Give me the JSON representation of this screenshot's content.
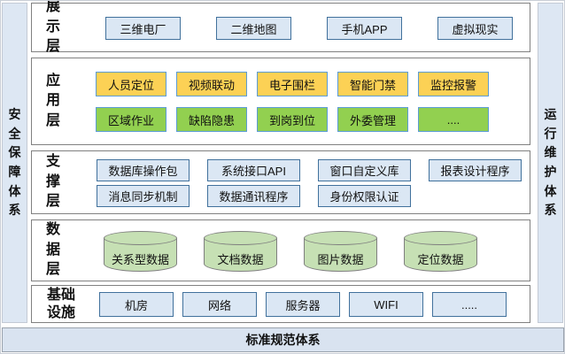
{
  "frame": {
    "left_sidebar": "安全保障体系",
    "right_sidebar": "运行维护体系",
    "bottom_bar": "标准规范体系"
  },
  "layers": [
    {
      "label": "展示层",
      "rows": [
        {
          "items": [
            "三维电厂",
            "二维地图",
            "手机APP",
            "虚拟现实"
          ]
        }
      ]
    },
    {
      "label": "应用层",
      "rows": [
        {
          "items": [
            "人员定位",
            "视频联动",
            "电子围栏",
            "智能门禁",
            "监控报警"
          ]
        },
        {
          "items": [
            "区域作业",
            "缺陷隐患",
            "到岗到位",
            "外委管理",
            "...."
          ]
        }
      ]
    },
    {
      "label": "支撑层",
      "rows": [
        {
          "items": [
            "数据库操作包",
            "系统接口API",
            "窗口自定义库",
            "报表设计程序"
          ]
        },
        {
          "items": [
            "消息同步机制",
            "数据通讯程序",
            "身份权限认证"
          ]
        }
      ]
    },
    {
      "label": "数据层",
      "rows": [
        {
          "items": [
            "关系型数据",
            "文档数据",
            "图片数据",
            "定位数据"
          ]
        }
      ]
    },
    {
      "label": "基础设施",
      "rows": [
        {
          "items": [
            "机房",
            "网络",
            "服务器",
            "WIFI",
            "....."
          ]
        }
      ]
    }
  ],
  "colors": {
    "panel_fill": "#dde7f3",
    "bottom_bar_fill": "#d9e3f0",
    "layer_border": "#808080",
    "box_blue_fill": "#dbe7f4",
    "box_blue_border": "#41719c",
    "box_yellow_fill": "#fcd155",
    "box_yellow_border": "#5b9bd5",
    "box_green_fill": "#92d050",
    "box_green_border": "#5b9bd5",
    "cylinder_fill": "#c6e0b4",
    "cylinder_border": "#7f7f7f"
  }
}
